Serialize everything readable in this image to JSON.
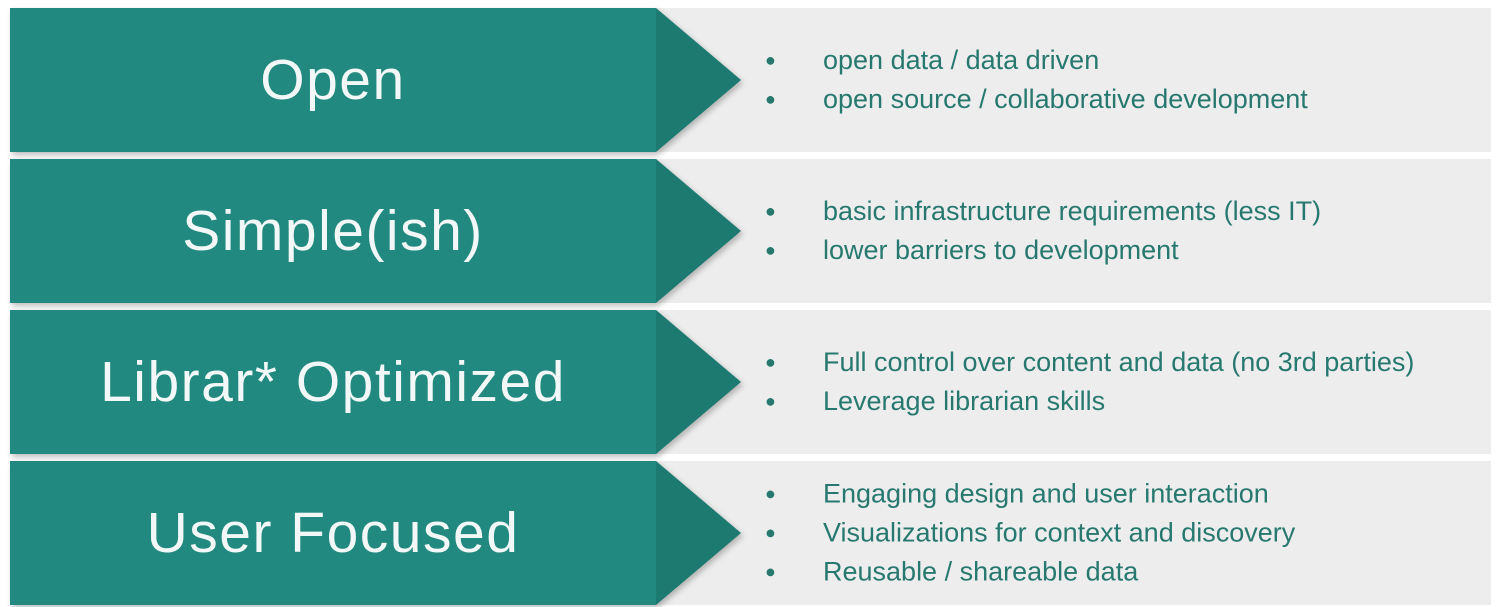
{
  "colors": {
    "arrow_body": "#21897F",
    "arrow_head": "#1D7A70",
    "row_background": "#EDEDED",
    "bullet_text": "#27796F",
    "title_text": "#F2F8F7",
    "page_background": "#FFFFFF"
  },
  "bullet_marker": "●",
  "rows": [
    {
      "title": "Open",
      "bullets": [
        "open data / data driven",
        "open source / collaborative development"
      ]
    },
    {
      "title": "Simple(ish)",
      "bullets": [
        "basic infrastructure requirements (less IT)",
        "lower barriers to development"
      ]
    },
    {
      "title": "Librar* Optimized",
      "bullets": [
        "Full control over content and data (no 3rd parties)",
        "Leverage librarian skills"
      ]
    },
    {
      "title": "User Focused",
      "bullets": [
        "Engaging design and user interaction",
        "Visualizations for context and discovery",
        "Reusable / shareable data"
      ]
    }
  ]
}
